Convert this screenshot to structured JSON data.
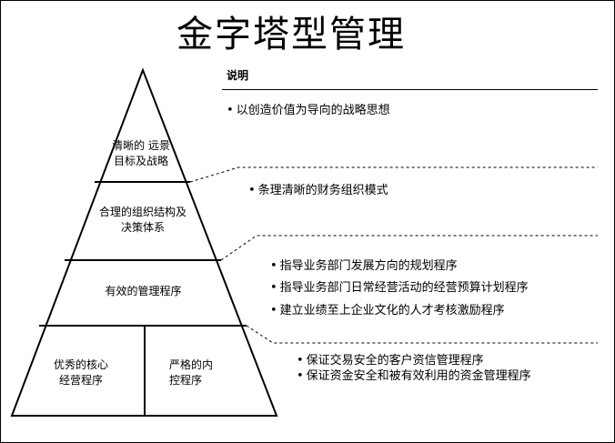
{
  "title": "金字塔型管理",
  "notes_heading": "说明",
  "tiers": {
    "top": "清晰的 远景目标及战略",
    "second": "合理的组织结构及决策体系",
    "third": "有效的管理程序",
    "bottom_left": "优秀的核心经营程序",
    "bottom_right": "严格的内控程序"
  },
  "bullet_glyph": "•",
  "groups": [
    {
      "items": [
        "以创造价值为导向的战略思想"
      ]
    },
    {
      "items": [
        "条理清晰的财务组织模式"
      ]
    },
    {
      "items": [
        "指导业务部门发展方向的规划程序",
        "指导业务部门日常经营活动的经营预算计划程序",
        "建立业绩至上企业文化的人才考核激励程序"
      ]
    },
    {
      "items": [
        "保证交易安全的客户资信管理程序",
        "保证资金安全和被有效利用的资金管理程序"
      ]
    }
  ]
}
